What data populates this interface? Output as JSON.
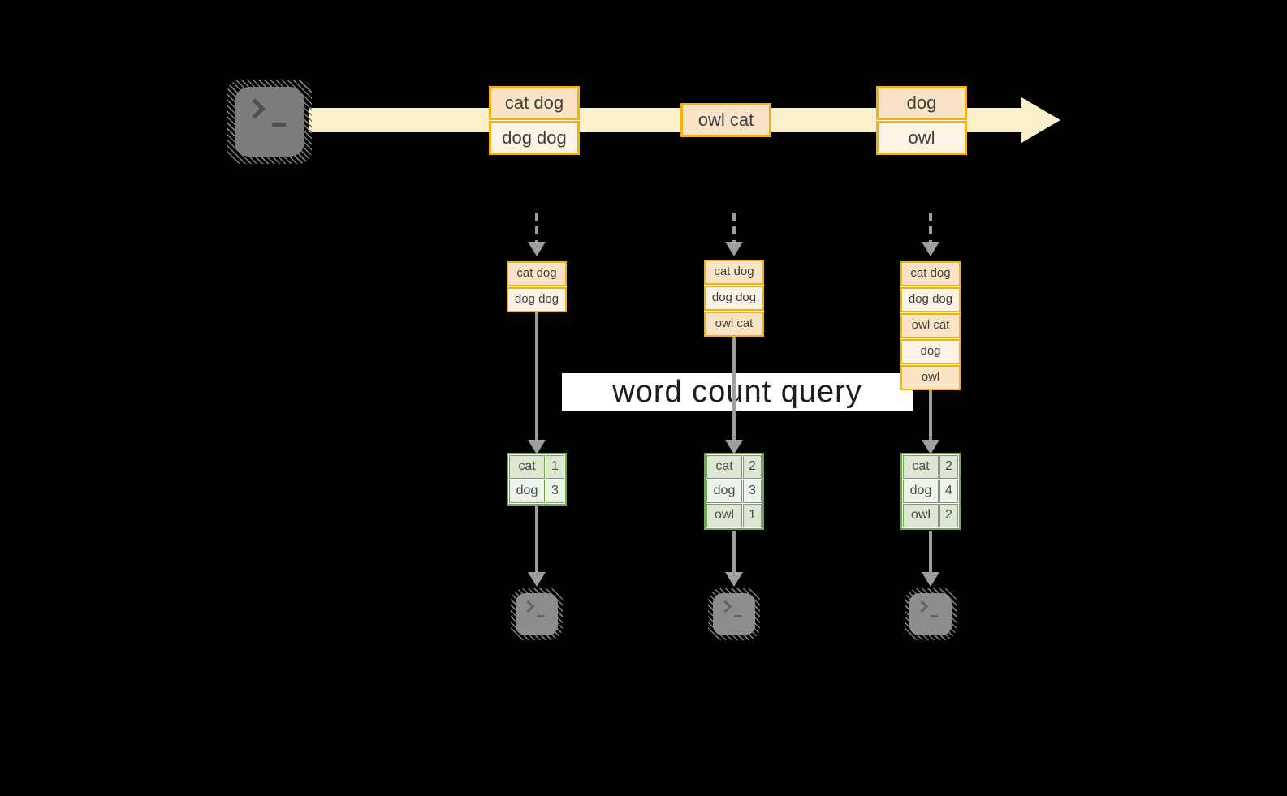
{
  "query_label": "word count query",
  "stream": {
    "events": [
      [
        "cat dog",
        "dog dog"
      ],
      [
        "owl cat"
      ],
      [
        "dog",
        "owl"
      ]
    ]
  },
  "columns": [
    {
      "buffer": [
        "cat dog",
        "dog dog"
      ],
      "counts": [
        {
          "word": "cat",
          "value": "1"
        },
        {
          "word": "dog",
          "value": "3"
        }
      ]
    },
    {
      "buffer": [
        "cat dog",
        "dog dog",
        "owl cat"
      ],
      "counts": [
        {
          "word": "cat",
          "value": "2"
        },
        {
          "word": "dog",
          "value": "3"
        },
        {
          "word": "owl",
          "value": "1"
        }
      ]
    },
    {
      "buffer": [
        "cat dog",
        "dog dog",
        "owl cat",
        "dog",
        "owl"
      ],
      "counts": [
        {
          "word": "cat",
          "value": "2"
        },
        {
          "word": "dog",
          "value": "4"
        },
        {
          "word": "owl",
          "value": "2"
        }
      ]
    }
  ],
  "icons": {
    "source": "terminal-icon",
    "sinks": [
      "terminal-icon",
      "terminal-icon",
      "terminal-icon"
    ]
  },
  "colors": {
    "background": "#000000",
    "stream_band": "#faf0c9",
    "box_border": "#f2b20d",
    "box_fill_dark": "#fbe3c6",
    "box_fill_light": "#fdf3e6",
    "table_border": "#6fa84f",
    "table_fill_dark": "#dce8d1",
    "table_fill_light": "#edf3e8",
    "arrow_gray": "#9e9e9e",
    "query_band": "#ffffff"
  }
}
